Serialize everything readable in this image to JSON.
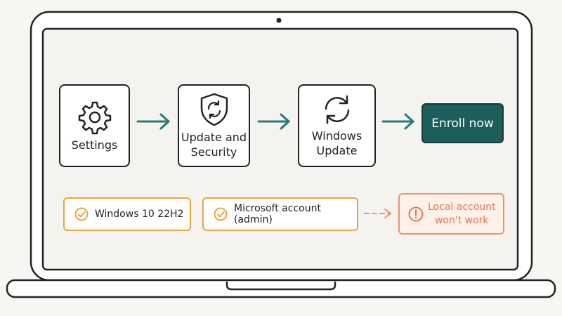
{
  "steps": [
    {
      "label_lines": [
        "Settings"
      ],
      "icon": "gear-icon"
    },
    {
      "label_lines": [
        "Update and",
        "Security"
      ],
      "icon": "shield-refresh-icon"
    },
    {
      "label_lines": [
        "Windows",
        "Update"
      ],
      "icon": "refresh-icon"
    }
  ],
  "action": {
    "label": "Enroll now"
  },
  "requirements": [
    {
      "label": "Windows 10 22H2",
      "icon": "check-circle-icon"
    },
    {
      "label": "Microsoft account (admin)",
      "icon": "check-circle-icon"
    }
  ],
  "warning": {
    "lines": [
      "Local account",
      "won't work"
    ],
    "icon": "exclamation-circle-icon"
  },
  "colors": {
    "teal": "#1b5e5a",
    "arrow": "#2a7a73",
    "requirement_border": "#e9a53c",
    "warning": "#e8744a",
    "warning_bg": "#fdf1ea",
    "outline": "#222222"
  }
}
